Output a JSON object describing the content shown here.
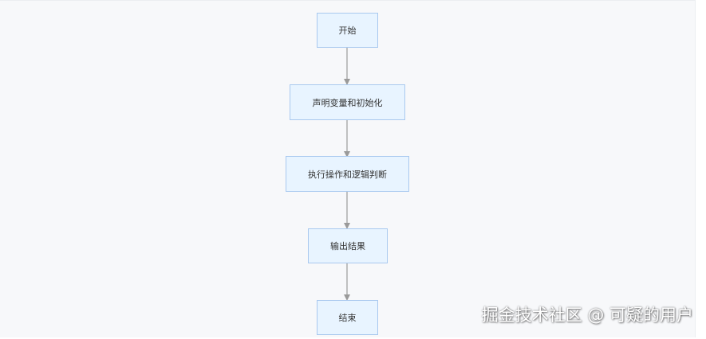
{
  "flowchart": {
    "nodes": [
      {
        "id": "start",
        "label": "开始"
      },
      {
        "id": "declare",
        "label": "声明变量和初始化"
      },
      {
        "id": "execute",
        "label": "执行操作和逻辑判断"
      },
      {
        "id": "output",
        "label": "输出结果"
      },
      {
        "id": "end",
        "label": "结束"
      }
    ],
    "edges": [
      {
        "from": "start",
        "to": "declare"
      },
      {
        "from": "declare",
        "to": "execute"
      },
      {
        "from": "execute",
        "to": "output"
      },
      {
        "from": "output",
        "to": "end"
      }
    ]
  },
  "watermark": "掘金技术社区 @ 可疑的用户",
  "colors": {
    "node_fill": "#e8f4ff",
    "node_border": "#a9c9ef",
    "edge": "#9a9a9a",
    "background": "#f7f8fa"
  }
}
